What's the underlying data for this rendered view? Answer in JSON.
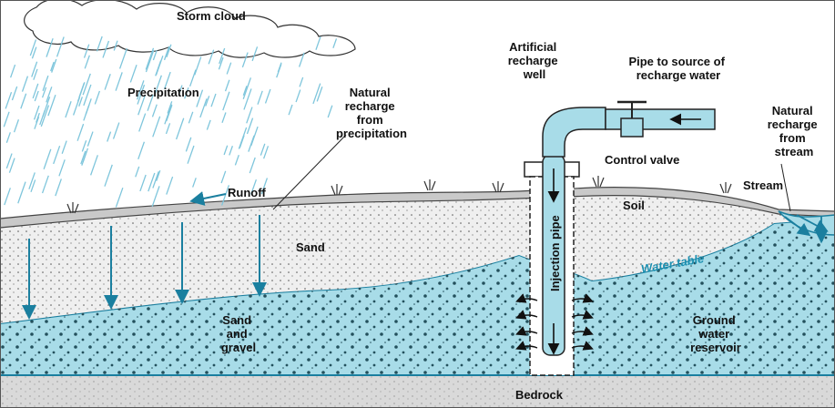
{
  "labels": {
    "storm_cloud": "Storm cloud",
    "precipitation": "Precipitation",
    "natural_recharge_precip": [
      "Natural",
      "recharge",
      "from",
      "precipitation"
    ],
    "runoff": "Runoff",
    "sand": "Sand",
    "sand_gravel": [
      "Sand",
      "and",
      "gravel"
    ],
    "artificial_well": [
      "Artificial",
      "recharge",
      "well"
    ],
    "pipe_source": [
      "Pipe to source of",
      "recharge water"
    ],
    "control_valve": "Control valve",
    "soil": "Soil",
    "stream": "Stream",
    "natural_recharge_stream": [
      "Natural",
      "recharge",
      "from",
      "stream"
    ],
    "water_table": "Water table",
    "injection_pipe": "Injection pipe",
    "ground_water": [
      "Ground",
      "water",
      "reservoir"
    ],
    "bedrock": "Bedrock"
  },
  "colors": {
    "water": "#a8dce8",
    "arrow": "#1a7f9f",
    "sand": "#efefef",
    "bedrock": "#d9d9d9"
  }
}
